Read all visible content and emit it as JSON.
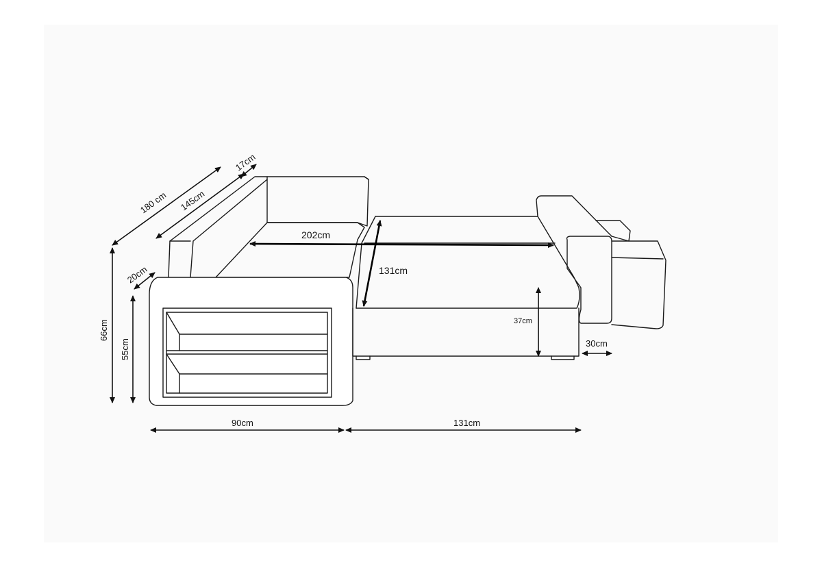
{
  "dimensions": {
    "depth_total": "180 cm",
    "depth_seat": "145cm",
    "backrest": "17cm",
    "armrest": "20cm",
    "height_total": "66cm",
    "height_seat": "55cm",
    "bed_length": "202cm",
    "bed_width": "131cm",
    "bed_height": "37cm",
    "leg_offset": "30cm",
    "bottom_left": "90cm",
    "bottom_right": "131cm"
  },
  "colors": {
    "line": "#1a1a1a",
    "panel": "#fafafa"
  }
}
